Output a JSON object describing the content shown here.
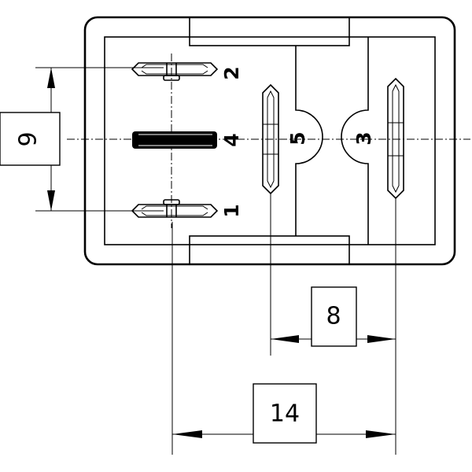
{
  "pins": {
    "pin_1": "1",
    "pin_2": "2",
    "pin_3": "3",
    "pin_4": "4",
    "pin_5": "5"
  },
  "dimensions": {
    "pin1_to_pin2_spacing": "9",
    "pin5_to_pin3_spacing": "8",
    "pin1_to_pin3_spacing": "14"
  },
  "colors": {
    "line": "#000000",
    "background": "#ffffff"
  }
}
